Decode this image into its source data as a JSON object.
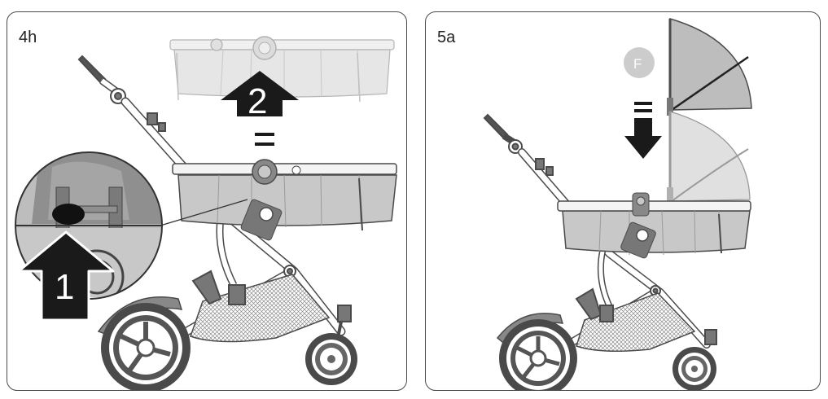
{
  "panels": [
    {
      "label": "4h",
      "arrows": [
        {
          "number": "1"
        },
        {
          "number": "2"
        }
      ]
    },
    {
      "label": "5a",
      "badge": "F"
    }
  ],
  "colors": {
    "frame": "#4a4a4a",
    "bassinet": "#c8c8c8",
    "bassinet_ghost": "#e4e4e4",
    "arrow": "#1a1a1a",
    "badge": "#cccccc",
    "canopy": "#bdbdbd",
    "canopy_ghost": "#e0e0e0"
  },
  "icons": [
    "pram-chassis",
    "bassinet",
    "up-arrow",
    "down-arrow",
    "magnifier-detail",
    "canopy-hood"
  ]
}
